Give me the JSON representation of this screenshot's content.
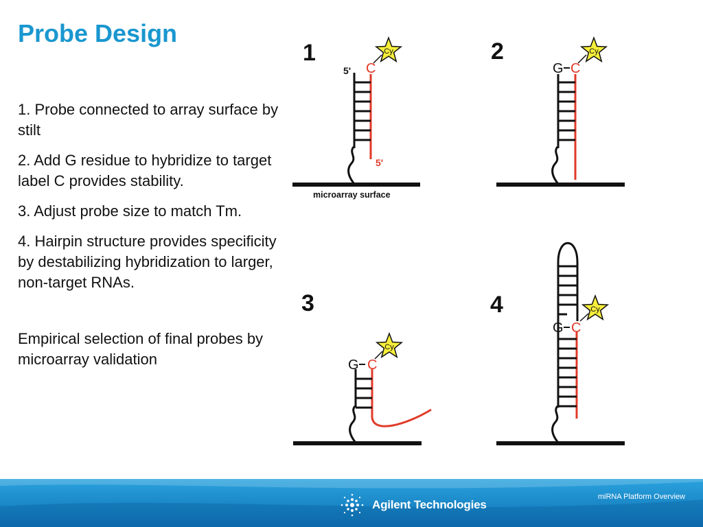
{
  "slide": {
    "title": "Probe Design",
    "bullets": [
      "1. Probe connected to array surface by stilt",
      "2. Add G residue to hybridize to target label C provides stability.",
      "3. Adjust probe size to match Tm.",
      "4. Hairpin structure provides specificity by destabilizing hybridization to larger, non-target RNAs."
    ],
    "conclusion": "Empirical selection of final probes by microarray validation"
  },
  "diagram": {
    "panel_numbers": [
      "1",
      "2",
      "3",
      "4"
    ],
    "five_prime": "5'",
    "surface_label": "microarray surface",
    "dye_label": "Cy",
    "g_residue": "G",
    "c_residue": "C"
  },
  "footer": {
    "brand": "Agilent Technologies",
    "note": "miRNA Platform Overview"
  },
  "colors": {
    "title": "#1a97cf",
    "target_strand": "#e03a28",
    "dye_star": "#f6ee3a",
    "footer": "#1383c4"
  }
}
